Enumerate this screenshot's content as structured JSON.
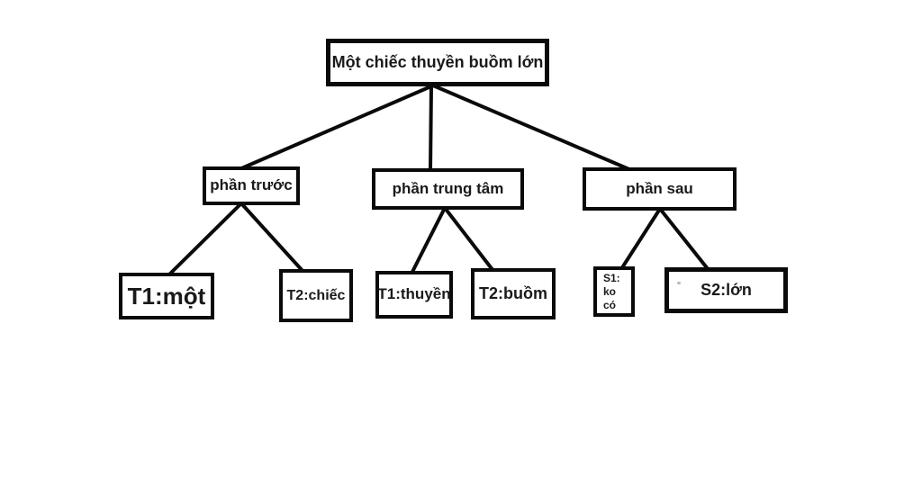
{
  "diagram": {
    "title": "sentence structure tree",
    "colors": {
      "background": "#ffffff",
      "line": "#0a0a0a",
      "text": "#1a1a1a"
    },
    "root": {
      "label": "Một chiếc thuyền buồm lớn"
    },
    "level2": [
      {
        "label": "phần trước"
      },
      {
        "label": "phần trung tâm"
      },
      {
        "label": "phần sau"
      }
    ],
    "leaves": [
      {
        "label": "T1:một",
        "parent": "phần trước"
      },
      {
        "label": "T2:chiếc",
        "parent": "phần trước"
      },
      {
        "label": "T1:thuyền",
        "parent": "phần trung tâm"
      },
      {
        "label": "T2:buồm",
        "parent": "phần trung tâm"
      },
      {
        "label": "S1:\nko\ncó",
        "parent": "phần sau"
      },
      {
        "label": "S2:lớn",
        "parent": "phần sau"
      }
    ]
  }
}
